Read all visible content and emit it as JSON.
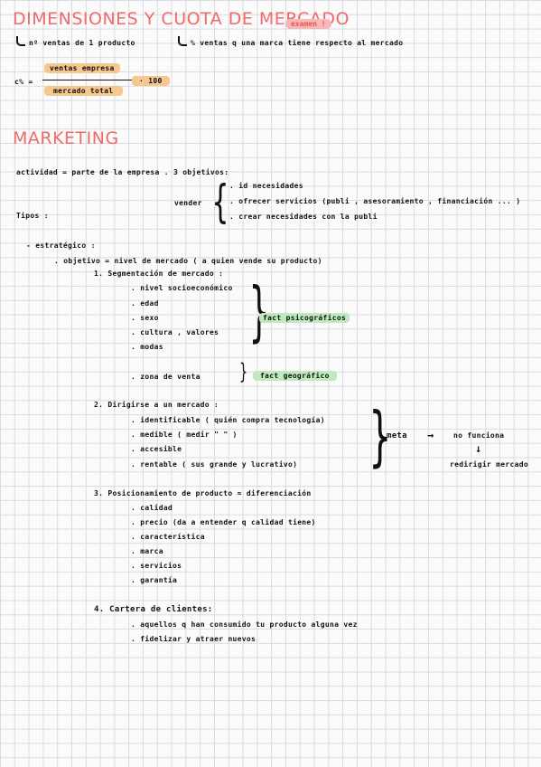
{
  "header": {
    "title": "DIMENSIONES Y CUOTA DE MERCADO",
    "badge": "examen !",
    "note_left": "nº ventas de 1 producto",
    "note_right": "% ventas q una marca tiene respecto al mercado"
  },
  "formula": {
    "lhs": "c% =",
    "numerator": "ventas empresa",
    "denominator": "mercado total",
    "multiplier": "· 100"
  },
  "marketing": {
    "title": "MARKETING",
    "definition": "actividad = parte de la empresa . 3 objetivos:",
    "tipos_label": "Tipos :",
    "vender_label": "vender",
    "vender_items": [
      ". id necesidades",
      ". ofrecer servicios (publi , asesoramiento , financiación ... )",
      ". crear necesidades con la publi"
    ],
    "estrategico_label": "- estratégico :",
    "objetivo": ". objetivo = nivel de mercado ( a quien vende su producto)",
    "seg_title": "1. Segmentación de mercado :",
    "seg_items": [
      ". nivel socioeconómico",
      ". edad",
      ". sexo",
      ". cultura , valores",
      ". modas"
    ],
    "fact_psico": "fact psicográficos",
    "zona": ". zona de venta",
    "fact_geo": "fact geográfico",
    "dirigirse_title": "2. Dirigirse a un mercado :",
    "dirigirse_items": [
      ". identificable ( quién compra tecnología)",
      ". medible ( medir \"          \" )",
      ". accesible",
      ". rentable ( sus grande y lucrativo)"
    ],
    "meta": "meta",
    "arrow": "→",
    "no_funciona": "no funciona",
    "down_arrow": "↓",
    "redirigir": "redirigir mercado",
    "posicion_title": "3. Posicionamiento de producto ≈ diferenciación",
    "posicion_items": [
      ". calidad",
      ". precio (da a entender q calidad tiene)",
      ". característica",
      ". marca",
      ". servicios",
      ". garantía"
    ],
    "cartera_title": "4. Cartera de clientes:",
    "cartera_items": [
      ". aquellos q han consumido tu producto alguna vez",
      ". fidelizar y atraer nuevos"
    ]
  }
}
